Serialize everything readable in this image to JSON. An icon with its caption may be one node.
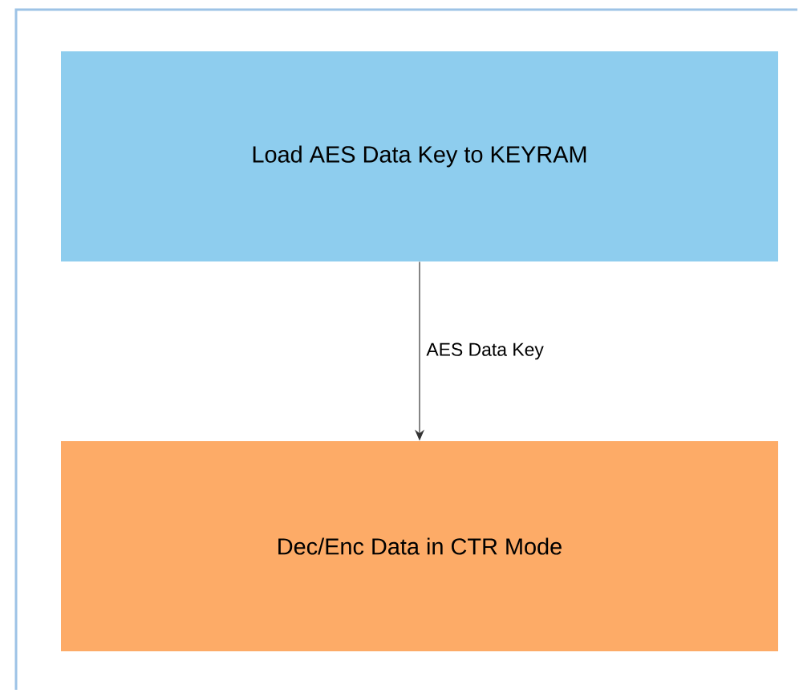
{
  "diagram": {
    "nodes": [
      {
        "text": [
          "Load AES Data Key to KEYRAM"
        ]
      },
      {
        "text": [
          "Dec/Enc Data in CTR Mode"
        ]
      }
    ],
    "edges": [
      {
        "from": 0,
        "to": 1,
        "arrow": "to",
        "label": "AES Data Key"
      }
    ]
  }
}
